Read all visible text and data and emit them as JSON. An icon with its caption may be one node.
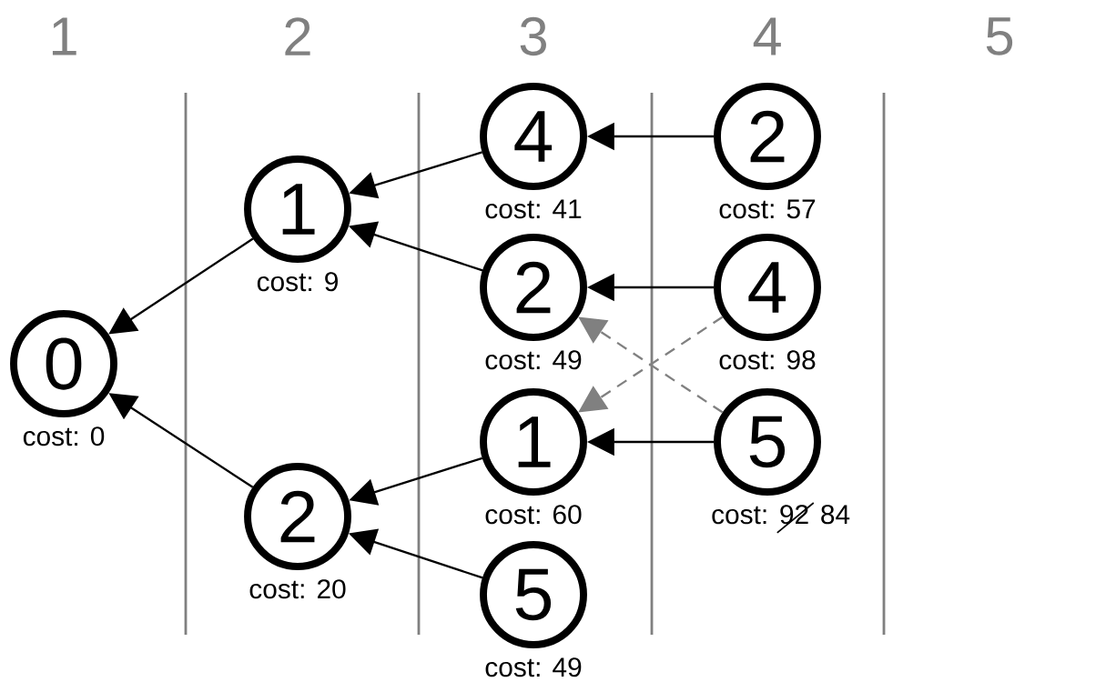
{
  "diagram": {
    "nodes": [
      {
        "text": [
          "0"
        ],
        "beside": [
          "cost: 0"
        ]
      },
      {
        "text": [
          "1"
        ],
        "beside": [
          "cost: 9"
        ]
      },
      {
        "text": [
          "2"
        ],
        "beside": [
          "cost: 20"
        ]
      },
      {
        "text": [
          "4"
        ],
        "beside": [
          "cost: 41"
        ]
      },
      {
        "text": [
          "2"
        ],
        "beside": [
          "cost: 49"
        ]
      },
      {
        "text": [
          "1"
        ],
        "beside": [
          "cost: 60"
        ]
      },
      {
        "text": [
          "5"
        ],
        "beside": [
          "cost: 49"
        ]
      },
      {
        "text": [
          "2"
        ],
        "beside": [
          "cost: 57"
        ]
      },
      {
        "text": [
          "4"
        ],
        "beside": [
          "cost: 98"
        ]
      },
      {
        "text": [
          "5"
        ],
        "beside": [
          "cost:",
          "92",
          "84"
        ]
      }
    ],
    "edges": [
      {
        "from": 1,
        "to": 0,
        "arrow": "to"
      },
      {
        "from": 2,
        "to": 0,
        "arrow": "to"
      },
      {
        "from": 3,
        "to": 1,
        "arrow": "to"
      },
      {
        "from": 4,
        "to": 1,
        "arrow": "to"
      },
      {
        "from": 5,
        "to": 2,
        "arrow": "to"
      },
      {
        "from": 6,
        "to": 2,
        "arrow": "to"
      },
      {
        "from": 7,
        "to": 3,
        "arrow": "to"
      },
      {
        "from": 8,
        "to": 4,
        "arrow": "to"
      },
      {
        "from": 9,
        "to": 5,
        "arrow": "to"
      },
      {
        "from": 8,
        "to": 5,
        "arrow": "to",
        "style": "dashed",
        "color": "#808080"
      },
      {
        "from": 9,
        "to": 4,
        "arrow": "to",
        "style": "dashed",
        "color": "#808080"
      }
    ],
    "labels": [
      "1",
      "2",
      "3",
      "4",
      "5"
    ]
  }
}
